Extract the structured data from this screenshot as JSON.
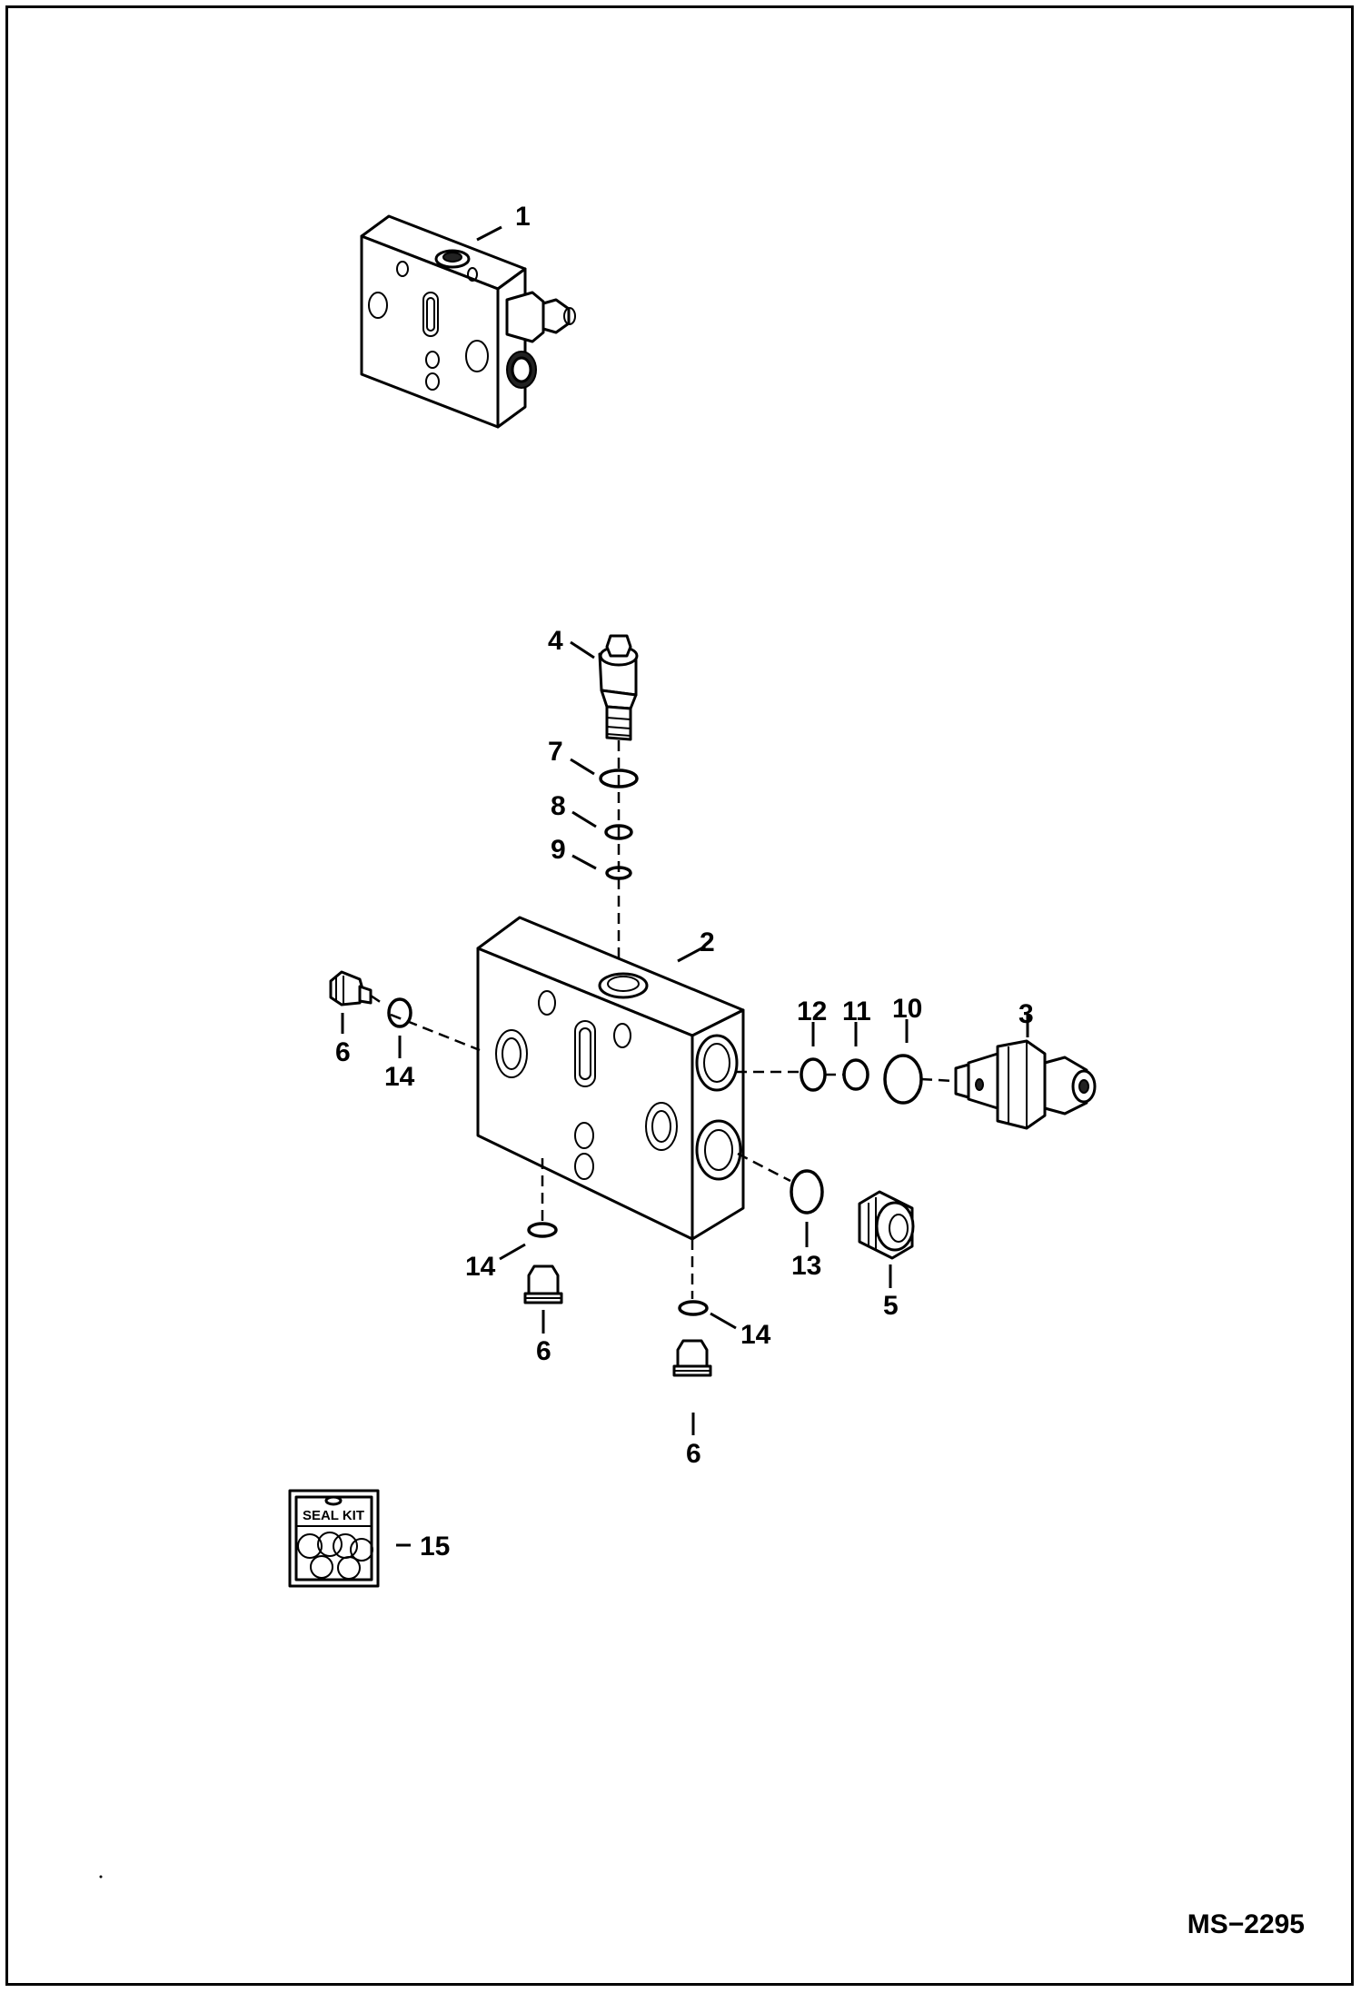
{
  "diagram": {
    "callouts": [
      {
        "id": "1",
        "text": "1"
      },
      {
        "id": "2",
        "text": "2"
      },
      {
        "id": "3",
        "text": "3"
      },
      {
        "id": "4",
        "text": "4"
      },
      {
        "id": "5",
        "text": "5"
      },
      {
        "id": "6a",
        "text": "6"
      },
      {
        "id": "6b",
        "text": "6"
      },
      {
        "id": "6c",
        "text": "6"
      },
      {
        "id": "7",
        "text": "7"
      },
      {
        "id": "8",
        "text": "8"
      },
      {
        "id": "9",
        "text": "9"
      },
      {
        "id": "10",
        "text": "10"
      },
      {
        "id": "11",
        "text": "11"
      },
      {
        "id": "12",
        "text": "12"
      },
      {
        "id": "13",
        "text": "13"
      },
      {
        "id": "14a",
        "text": "14"
      },
      {
        "id": "14b",
        "text": "14"
      },
      {
        "id": "14c",
        "text": "14"
      },
      {
        "id": "15",
        "text": "15"
      }
    ],
    "seal_kit_label": "SEAL KIT",
    "drawing_code": "MS−2295"
  }
}
